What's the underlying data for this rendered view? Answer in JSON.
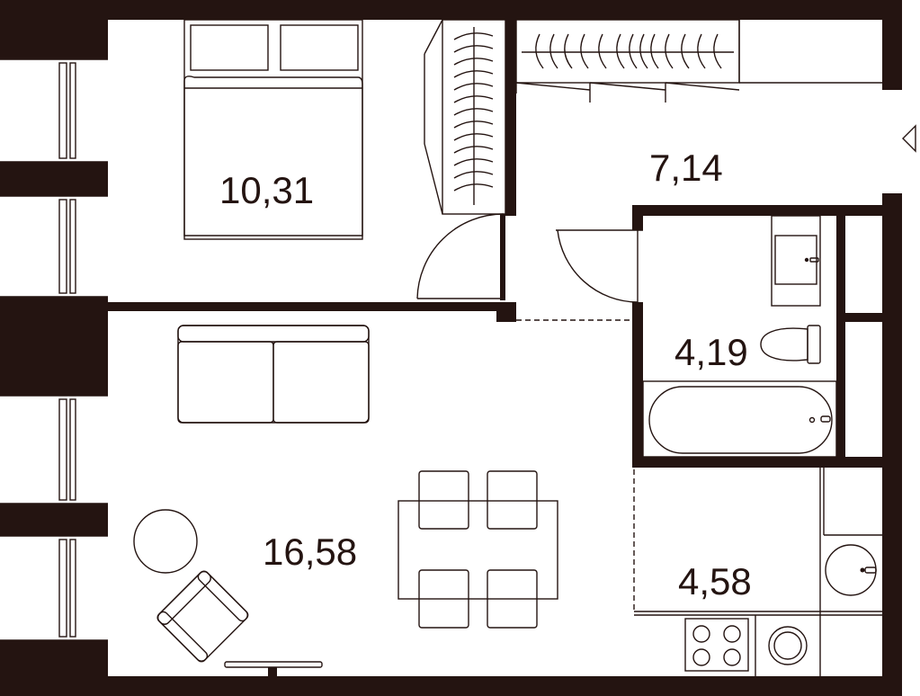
{
  "plan": {
    "rooms": [
      {
        "id": "bedroom",
        "area": "10,31"
      },
      {
        "id": "hall",
        "area": "7,14"
      },
      {
        "id": "bathroom",
        "area": "4,19"
      },
      {
        "id": "living-room",
        "area": "16,58"
      },
      {
        "id": "kitchen",
        "area": "4,58"
      }
    ],
    "colors": {
      "wall": "#241411",
      "floor": "#ffffff"
    },
    "icons": [
      "entrance-arrow-icon",
      "wardrobe-icon",
      "bed-icon",
      "sofa-icon",
      "dining-table-icon",
      "armchair-icon",
      "round-table-icon",
      "bathtub-icon",
      "toilet-icon",
      "sink-icon",
      "stove-icon",
      "washing-machine-icon"
    ]
  }
}
